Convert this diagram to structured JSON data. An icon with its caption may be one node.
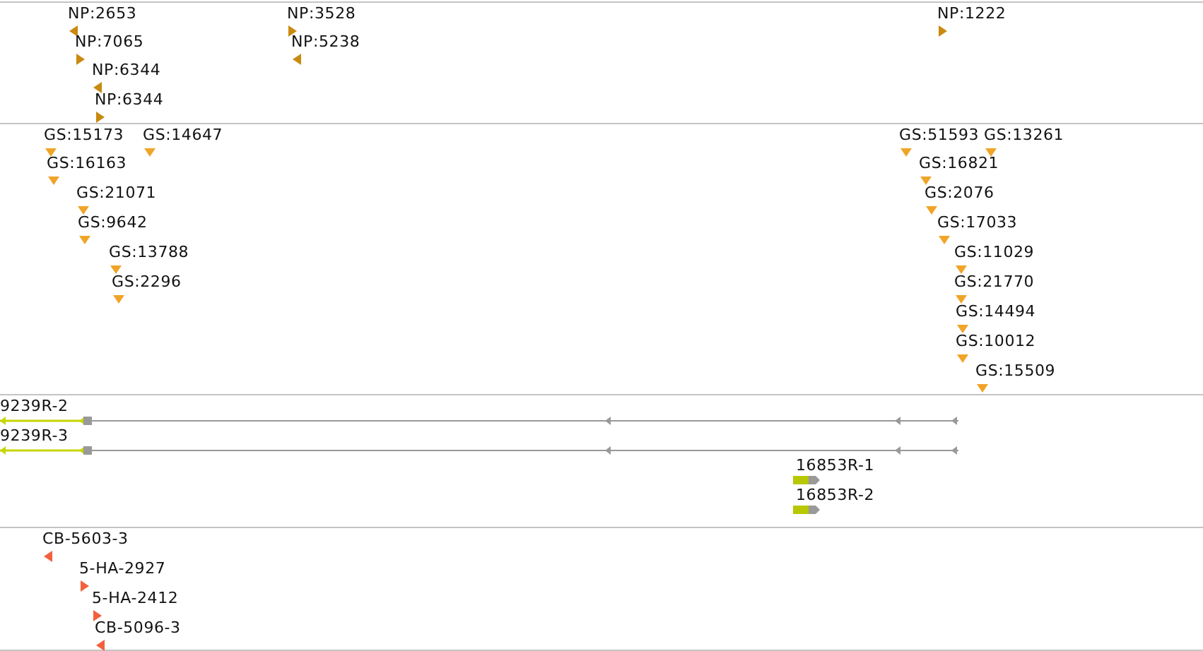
{
  "diagram": {
    "labels": [
      "NP:2653",
      "NP:3528",
      "NP:1222",
      "NP:7065",
      "NP:5238",
      "NP:6344",
      "NP:6344",
      "GS:15173",
      "GS:14647",
      "GS:51593",
      "GS:13261",
      "GS:16163",
      "GS:16821",
      "GS:21071",
      "GS:2076",
      "GS:9642",
      "GS:17033",
      "GS:13788",
      "GS:11029",
      "GS:2296",
      "GS:21770",
      "GS:14494",
      "GS:10012",
      "GS:15509",
      "9239R-2",
      "9239R-3",
      "16853R-1",
      "16853R-2",
      "CB-5603-3",
      "5-HA-2927",
      "5-HA-2412",
      "CB-5096-3"
    ]
  }
}
